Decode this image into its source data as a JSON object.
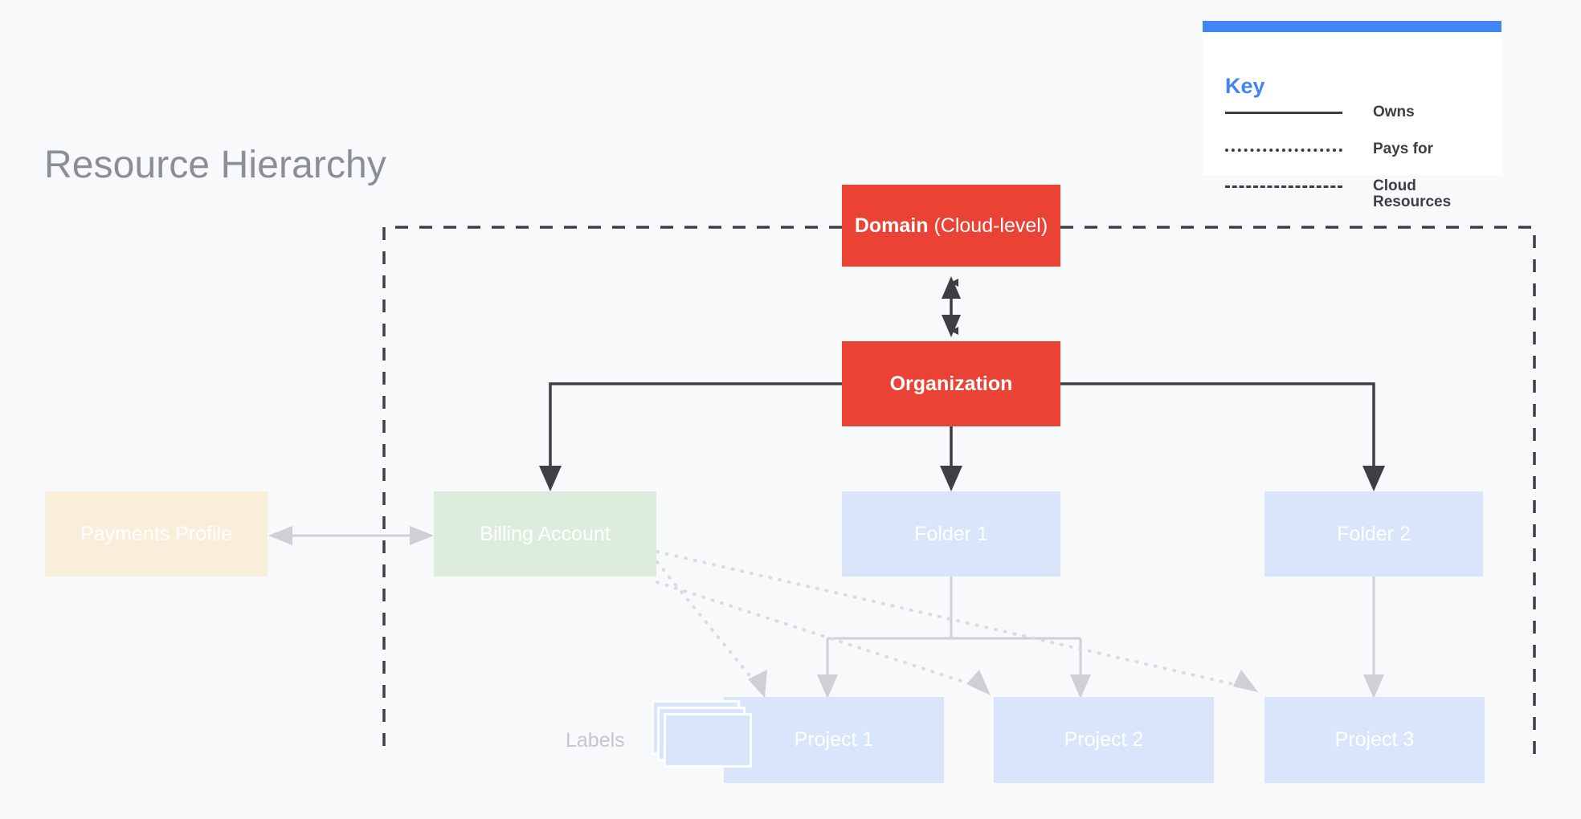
{
  "page": {
    "title": "Resource Hierarchy",
    "background_color": "#f7f9fa"
  },
  "key": {
    "title": "Key",
    "accent_color": "#4285f4",
    "items": [
      {
        "style": "solid",
        "label": "Owns"
      },
      {
        "style": "dotted",
        "label": "Pays for"
      },
      {
        "style": "dashed",
        "label": "Cloud\nResources"
      }
    ]
  },
  "nodes": {
    "domain": {
      "label_bold": "Domain",
      "label_regular": "(Cloud-level)",
      "color": "#ea4335"
    },
    "organization": {
      "label": "Organization",
      "color": "#ea4335"
    },
    "payments_profile": {
      "label": "Payments Profile",
      "color": "#f8eeda"
    },
    "billing_account": {
      "label": "Billing Account",
      "color": "#dcedde"
    },
    "folder_1": {
      "label": "Folder 1",
      "color": "#d8e5fa"
    },
    "folder_2": {
      "label": "Folder 2",
      "color": "#d8e5fa"
    },
    "project_1": {
      "label": "Project 1",
      "color": "#d8e5fa"
    },
    "project_2": {
      "label": "Project 2",
      "color": "#d8e5fa"
    },
    "project_3": {
      "label": "Project 3",
      "color": "#d8e5fa"
    },
    "labels": {
      "label": "Labels"
    }
  },
  "edges": {
    "domain_organization": "owns-bidirectional",
    "organization_billing_account": "owns",
    "organization_folder_1": "owns",
    "organization_folder_2": "owns",
    "folder_1_project_1": "owns",
    "folder_1_project_2": "owns",
    "folder_2_project_3": "owns",
    "payments_profile_billing_account": "owns-bidirectional",
    "billing_account_project_1": "pays-for",
    "billing_account_project_2": "pays-for",
    "billing_account_project_3": "pays-for",
    "cloud_resources_boundary": "dashed"
  }
}
